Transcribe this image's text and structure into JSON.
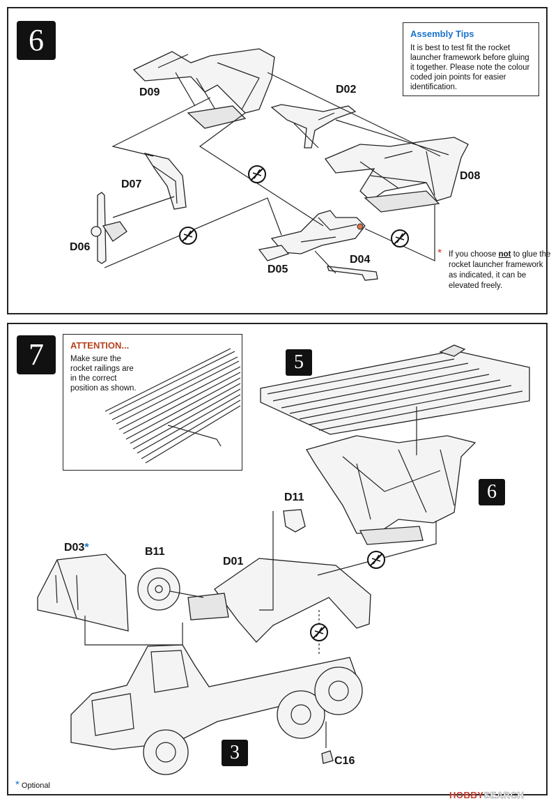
{
  "step6": {
    "number": "6",
    "tips": {
      "title": "Assembly Tips",
      "body": "It is best to test fit the rocket launcher framework before gluing it together. Please note the colour coded join points for easier identification."
    },
    "labels": {
      "d09": "D09",
      "d02": "D02",
      "d07": "D07",
      "d08": "D08",
      "d06": "D06",
      "d05": "D05",
      "d04": "D04"
    },
    "note": {
      "star": "*",
      "before": "If you choose ",
      "emph": "not",
      "after": " to glue the rocket launcher framework as indicated, it can be elevated freely."
    }
  },
  "step7": {
    "number": "7",
    "attention": {
      "title": "ATTENTION...",
      "body": "Make sure the rocket railings are in the correct position as shown."
    },
    "sub5": "5",
    "sub6": "6",
    "sub3": "3",
    "labels": {
      "d11": "D11",
      "d03": "D03",
      "d03_star": "*",
      "b11": "B11",
      "d01": "D01",
      "c16": "C16"
    }
  },
  "footer": {
    "star": "*",
    "optional": "Optional"
  },
  "watermark": {
    "part1": "HOBBY",
    "part2": "SEARCH"
  },
  "colors": {
    "accent_blue": "#1a73c9",
    "attention_red": "#b5431d",
    "note_star_red": "#c0392b"
  },
  "icons": [
    "no-glue-icon"
  ]
}
